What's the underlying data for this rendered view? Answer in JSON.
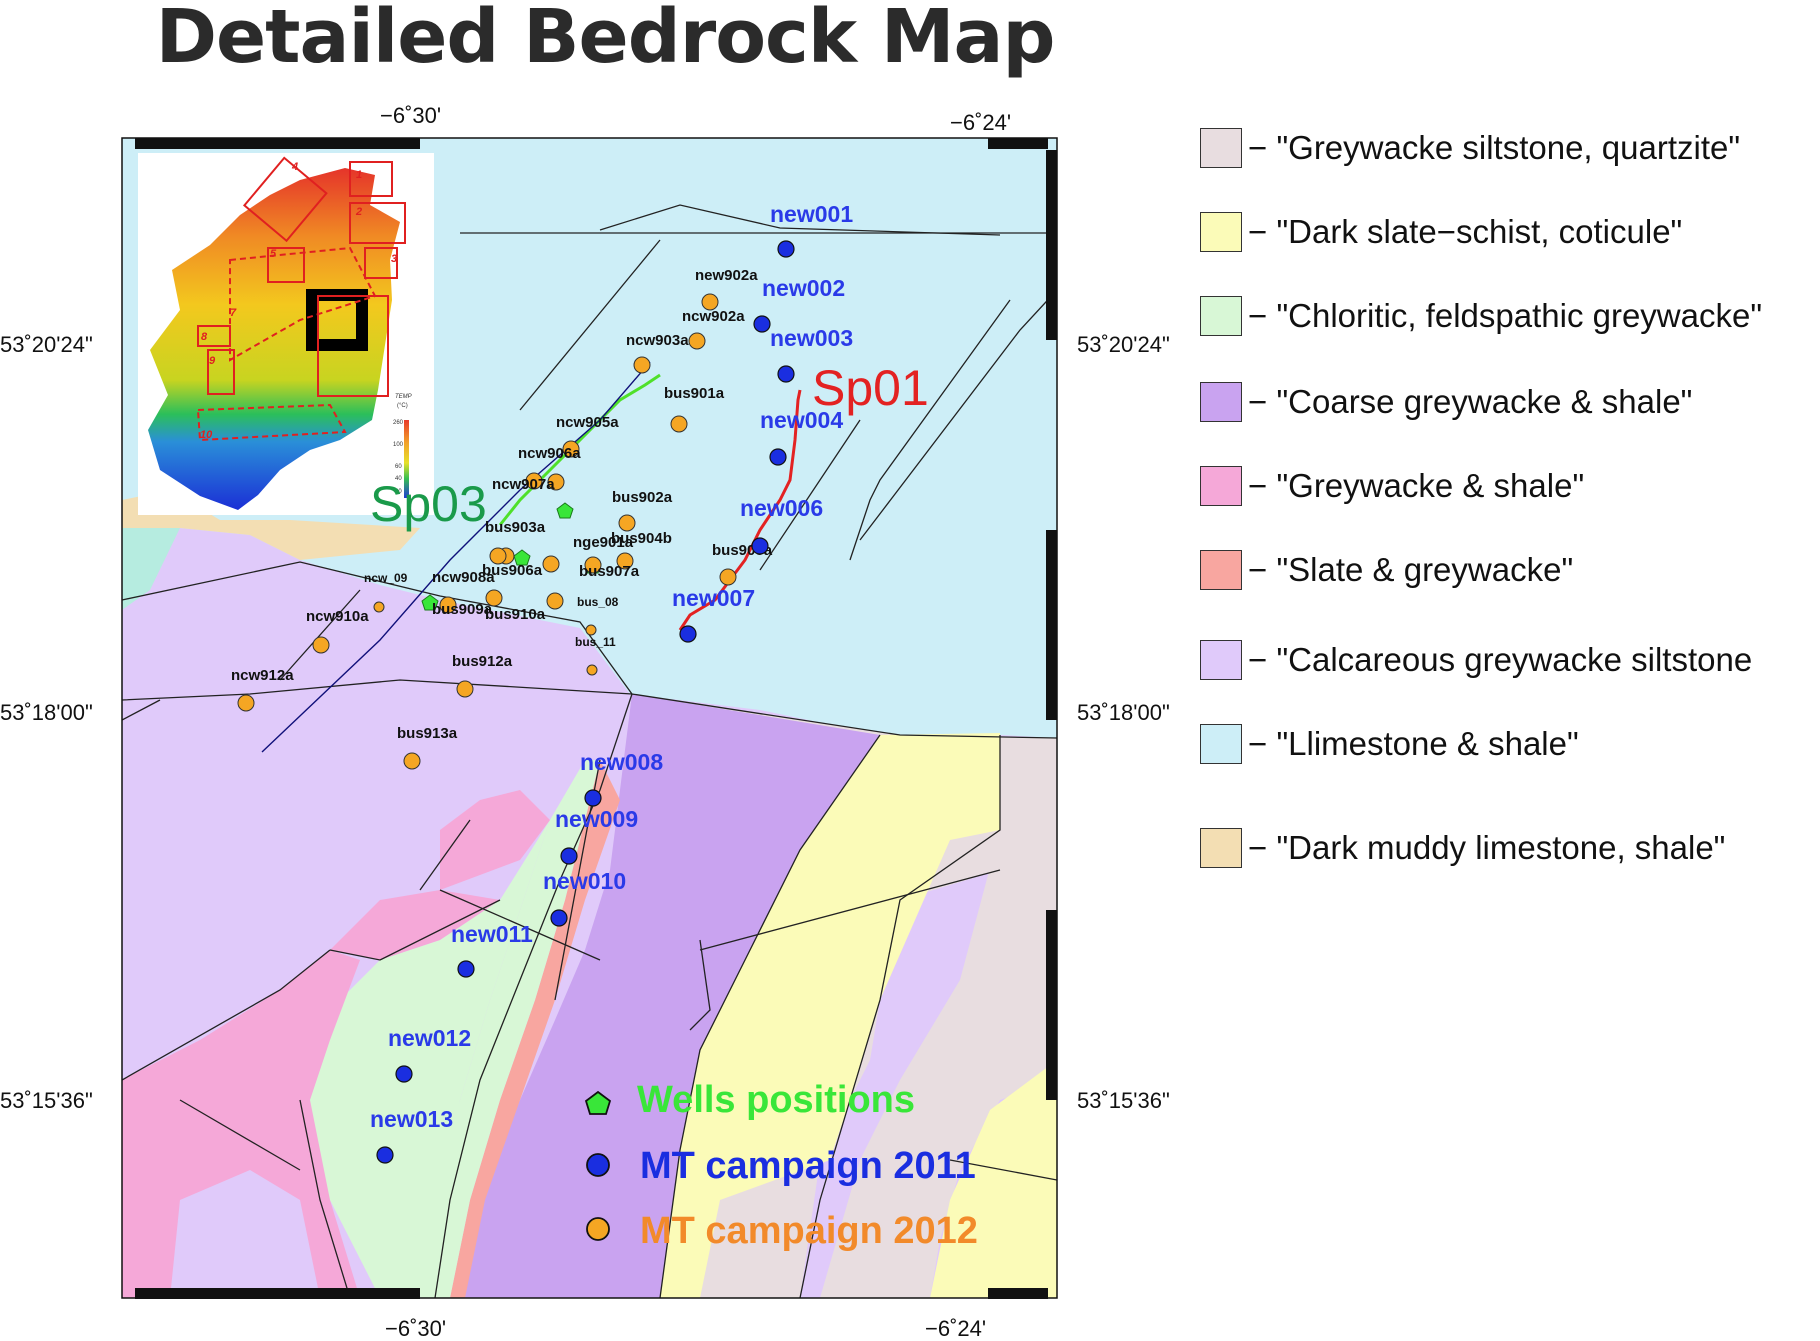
{
  "title": "Detailed Bedrock Map",
  "axes": {
    "top_lon": [
      "−6˚30'",
      "−6˚24'"
    ],
    "bottom_lon": [
      "−6˚30'",
      "−6˚24'"
    ],
    "left_lat": [
      "53˚20'24\"",
      "53˚18'00\"",
      "53˚15'36\""
    ],
    "right_lat": [
      "53˚20'24\"",
      "53˚18'00\"",
      "53˚15'36\""
    ]
  },
  "units": [
    {
      "label": "− \"Greywacke siltstone, quartzite\"",
      "color": "#e8dde0"
    },
    {
      "label": "− \"Dark slate−schist, coticule\"",
      "color": "#fbfbb8"
    },
    {
      "label": "− \"Chloritic,  feldspathic greywacke\"",
      "color": "#d8f7d6"
    },
    {
      "label": "− \"Coarse greywacke & shale\"",
      "color": "#c9a3f0"
    },
    {
      "label": "− \"Greywacke & shale\"",
      "color": "#f5a8d8"
    },
    {
      "label": "− \"Slate & greywacke\"",
      "color": "#f8a6a0"
    },
    {
      "label": "− \"Calcareous greywacke siltstone",
      "color": "#e0cafa"
    },
    {
      "label": "− \"Llimestone & shale\"",
      "color": "#cdeef7"
    },
    {
      "label": "− \"Dark muddy limestone,  shale\"",
      "color": "#f3deb3"
    }
  ],
  "profiles": [
    {
      "label": "Sp01",
      "color": "#e32222"
    },
    {
      "label": "Sp03",
      "color": "#1a9a4a"
    }
  ],
  "mt2011": [
    "new001",
    "new002",
    "new003",
    "new004",
    "new006",
    "new007",
    "new008",
    "new009",
    "new010",
    "new011",
    "new012",
    "new013"
  ],
  "mt2012": [
    "new902a",
    "ncw902a",
    "ncw903a",
    "bus901a",
    "ncw905a",
    "ncw906a",
    "ncw907a",
    "bus902a",
    "bus903a",
    "bus904b",
    "nge901a",
    "bus905a",
    "bus906a",
    "bus907a",
    "ncw908a",
    "ncw_09",
    "ncw910a",
    "bus909a",
    "bus910a",
    "bus_08",
    "bus_11",
    "ncw912a",
    "bus912a",
    "bus913a"
  ],
  "map_legend": [
    {
      "label": "Wells positions",
      "color": "#39e639"
    },
    {
      "label": "MT campaign 2011",
      "color": "#1a2ee0"
    },
    {
      "label": "MT campaign 2012",
      "color": "#f28a2a"
    }
  ],
  "inset": {
    "temp_title": "TEMP",
    "temp_unit": "(°C)",
    "temp_ticks": [
      "260",
      "100",
      "60",
      "40",
      "20"
    ],
    "boxes": [
      "1",
      "2",
      "3",
      "4",
      "5",
      "7",
      "8",
      "9",
      "10"
    ]
  }
}
